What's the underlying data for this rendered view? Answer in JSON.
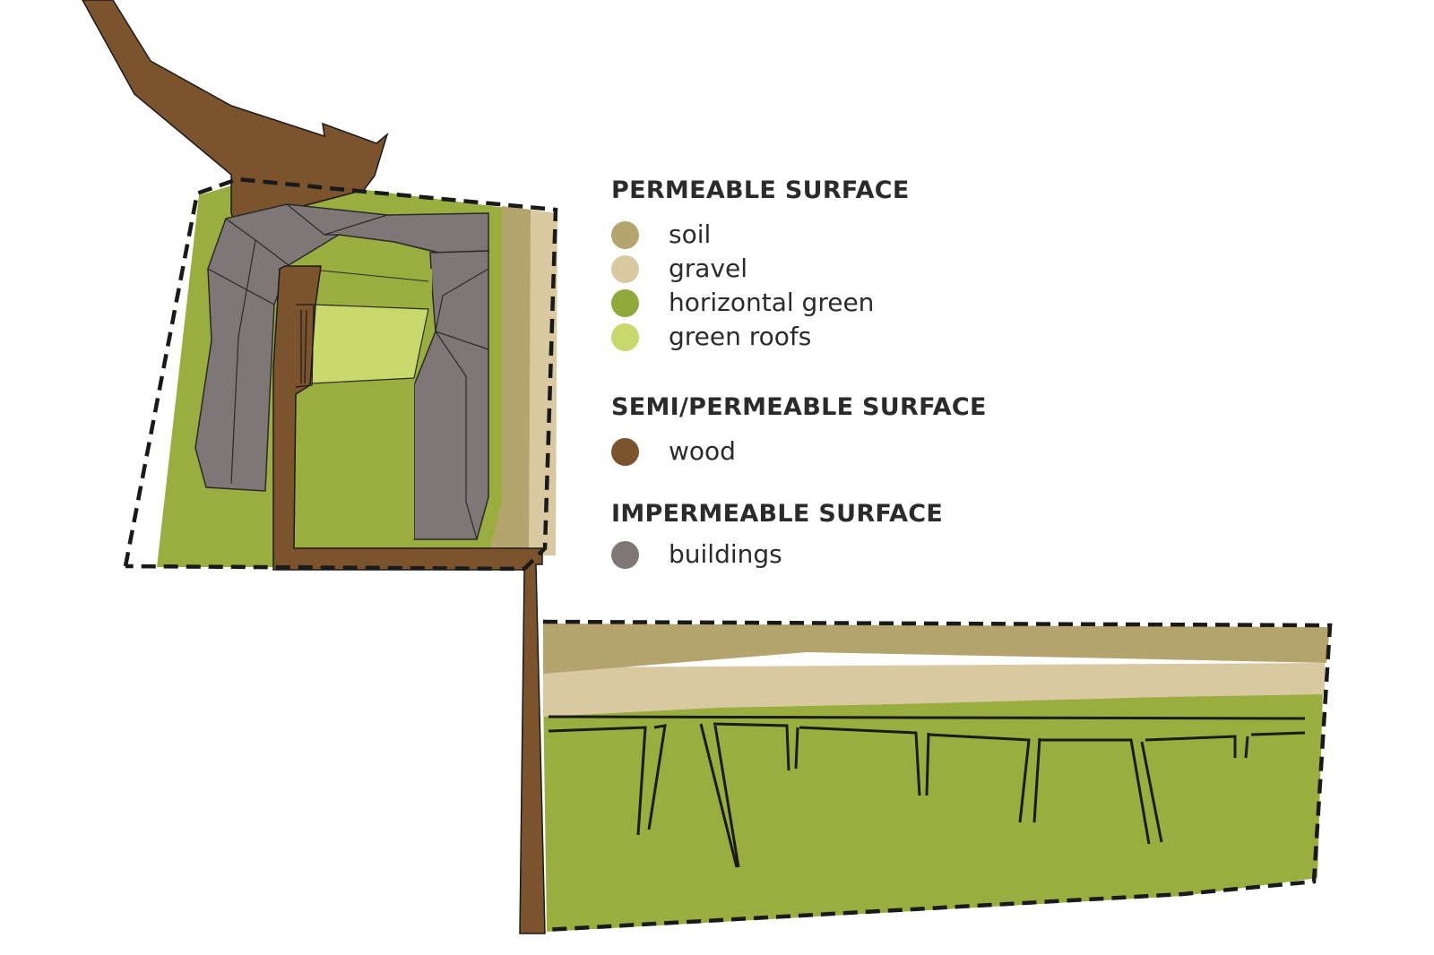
{
  "legend": {
    "groups": [
      {
        "heading": "PERMEABLE SURFACE",
        "items": [
          {
            "label": "soil",
            "color": "#b5a46d"
          },
          {
            "label": "gravel",
            "color": "#d9c9a0"
          },
          {
            "label": "horizontal green",
            "color": "#8faa3a"
          },
          {
            "label": "green roofs",
            "color": "#c9d86a"
          }
        ]
      },
      {
        "heading": "SEMI/PERMEABLE SURFACE",
        "items": [
          {
            "label": "wood",
            "color": "#7b532c"
          }
        ]
      },
      {
        "heading": "IMPERMEABLE SURFACE",
        "items": [
          {
            "label": "buildings",
            "color": "#7f7775"
          }
        ]
      }
    ]
  },
  "map_colors": {
    "soil": "#b5a46d",
    "gravel": "#d9c9a0",
    "horizontal_green": "#9aae3f",
    "green_roofs": "#c9d86a",
    "wood": "#7b532c",
    "buildings": "#7f7775",
    "boundary": "#1a1a1a"
  }
}
